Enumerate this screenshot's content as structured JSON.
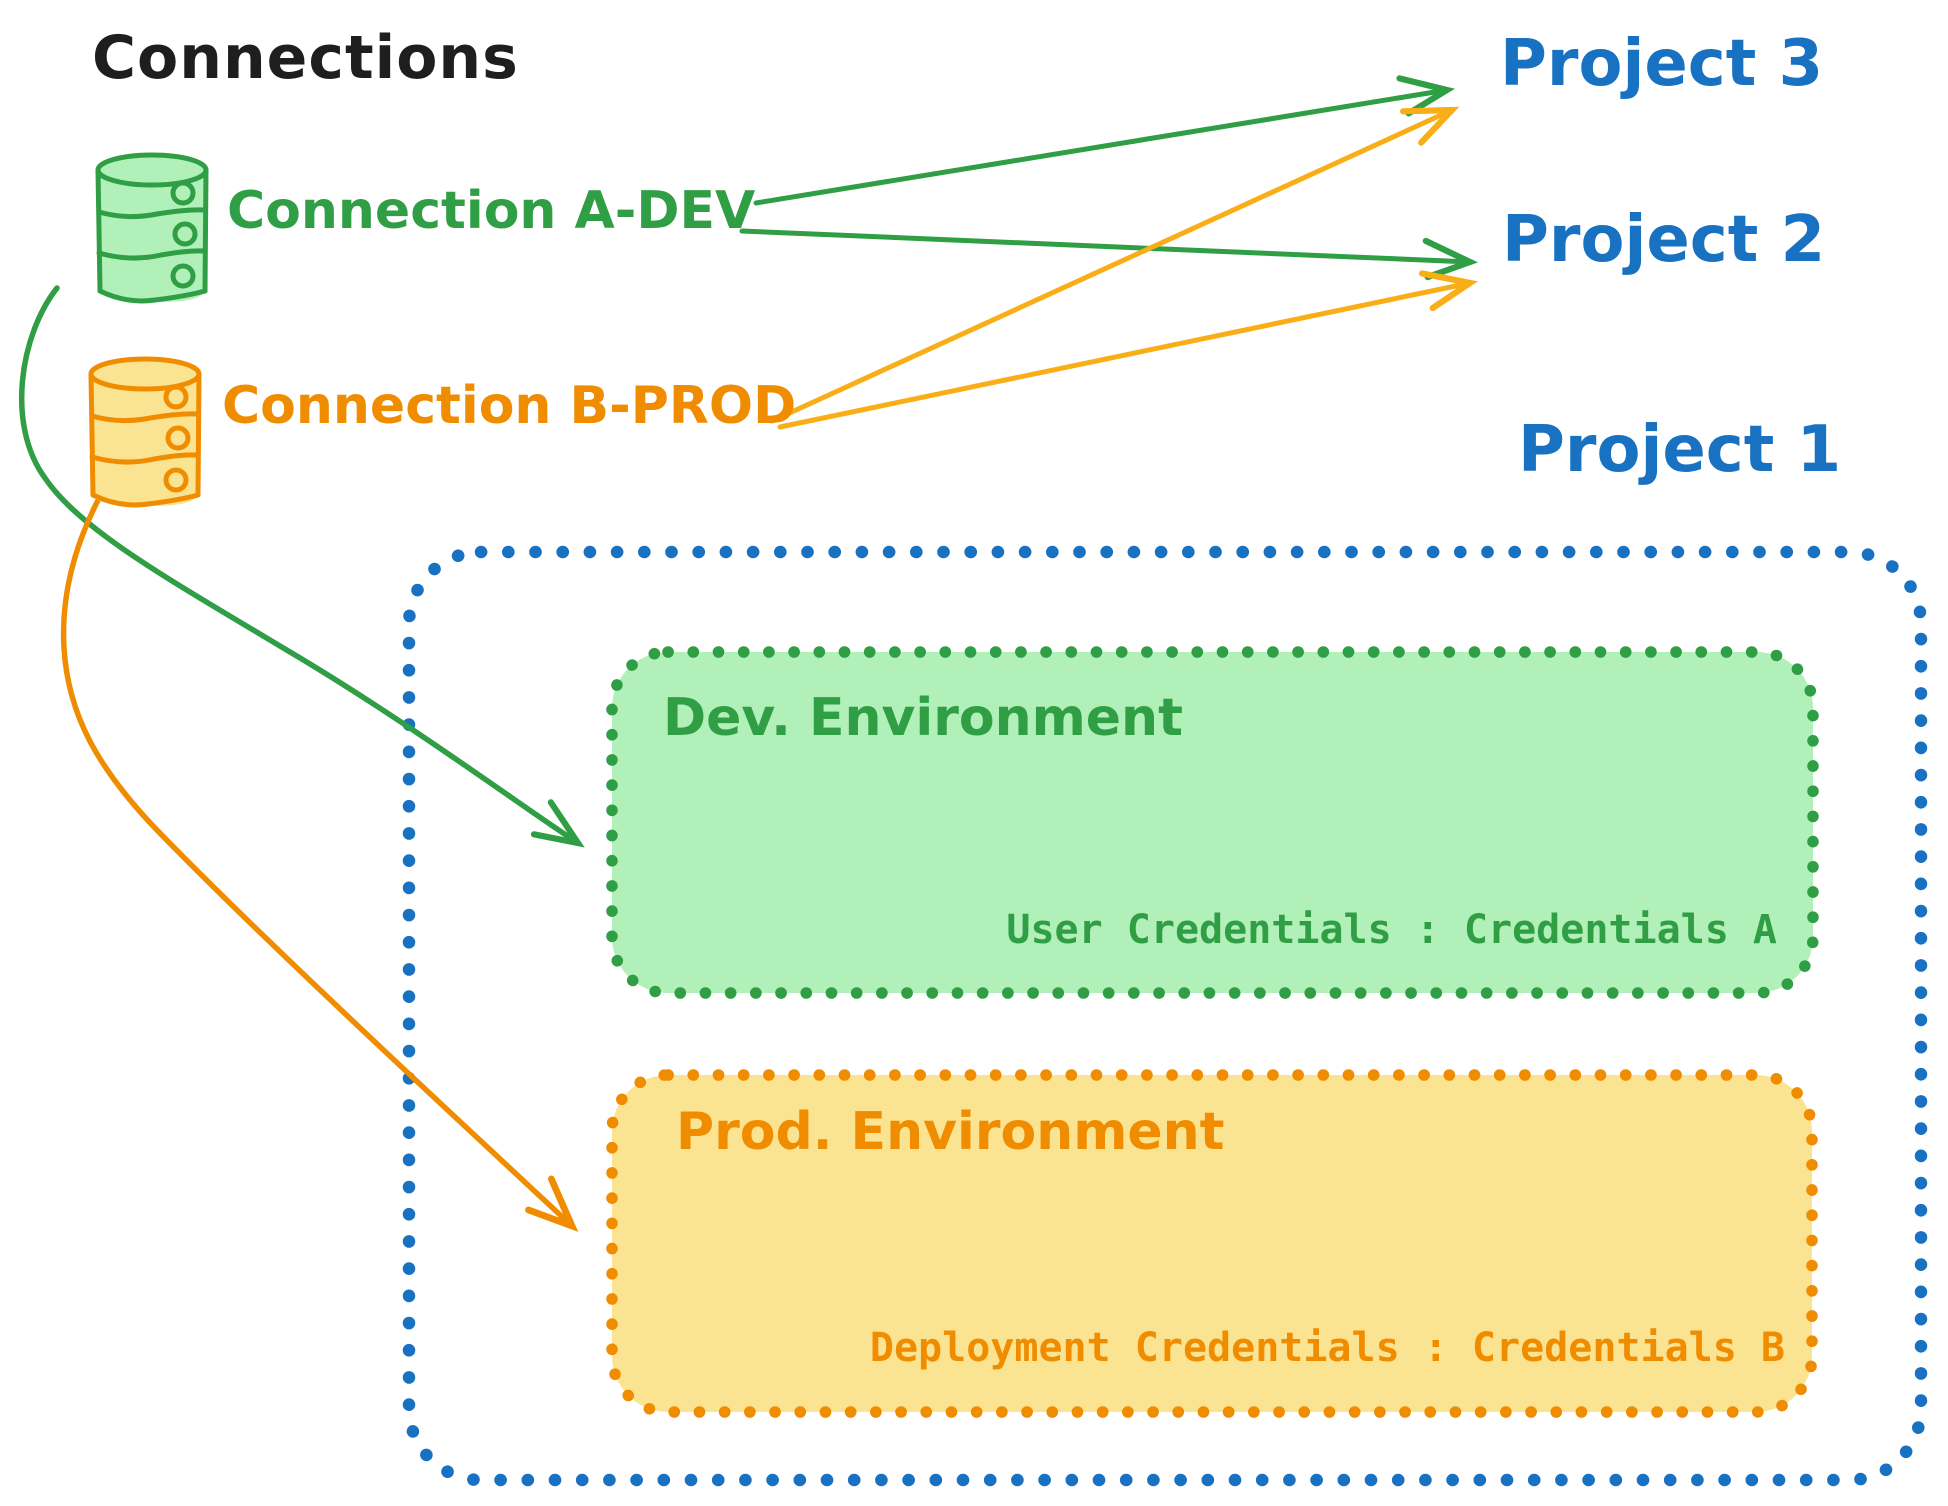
{
  "title": "Connections",
  "connections": [
    {
      "label": "Connection A-DEV",
      "icon": "database-icon",
      "color_key": "green"
    },
    {
      "label": "Connection B-PROD",
      "icon": "database-icon",
      "color_key": "orange"
    }
  ],
  "projects": [
    {
      "label": "Project 3"
    },
    {
      "label": "Project 2"
    },
    {
      "label": "Project 1"
    }
  ],
  "project1_box": {
    "environments": [
      {
        "name": "Dev. Environment",
        "credentials_label": "User Credentials : Credentials A"
      },
      {
        "name": "Prod. Environment",
        "credentials_label": "Deployment Credentials : Credentials B"
      }
    ]
  },
  "edges": [
    {
      "from": "Connection A-DEV",
      "to": "Project 3",
      "style": "straight-arrow",
      "color_key": "green"
    },
    {
      "from": "Connection A-DEV",
      "to": "Project 2",
      "style": "straight-arrow",
      "color_key": "green"
    },
    {
      "from": "Connection B-PROD",
      "to": "Project 3",
      "style": "straight-arrow",
      "color_key": "orange_light"
    },
    {
      "from": "Connection B-PROD",
      "to": "Project 2",
      "style": "straight-arrow",
      "color_key": "orange_light"
    },
    {
      "from": "Connection A-DEV",
      "to": "Dev. Environment",
      "style": "curved-arrow",
      "color_key": "green"
    },
    {
      "from": "Connection B-PROD",
      "to": "Prod. Environment",
      "style": "curved-arrow",
      "color_key": "orange"
    }
  ],
  "colors": {
    "title": "#1e1e1e",
    "green": "#2f9e44",
    "green_fill": "#b2f0ba",
    "orange": "#f08c00",
    "orange_light": "#f9ae17",
    "orange_fill": "#fbe491",
    "blue": "#1971c2"
  }
}
